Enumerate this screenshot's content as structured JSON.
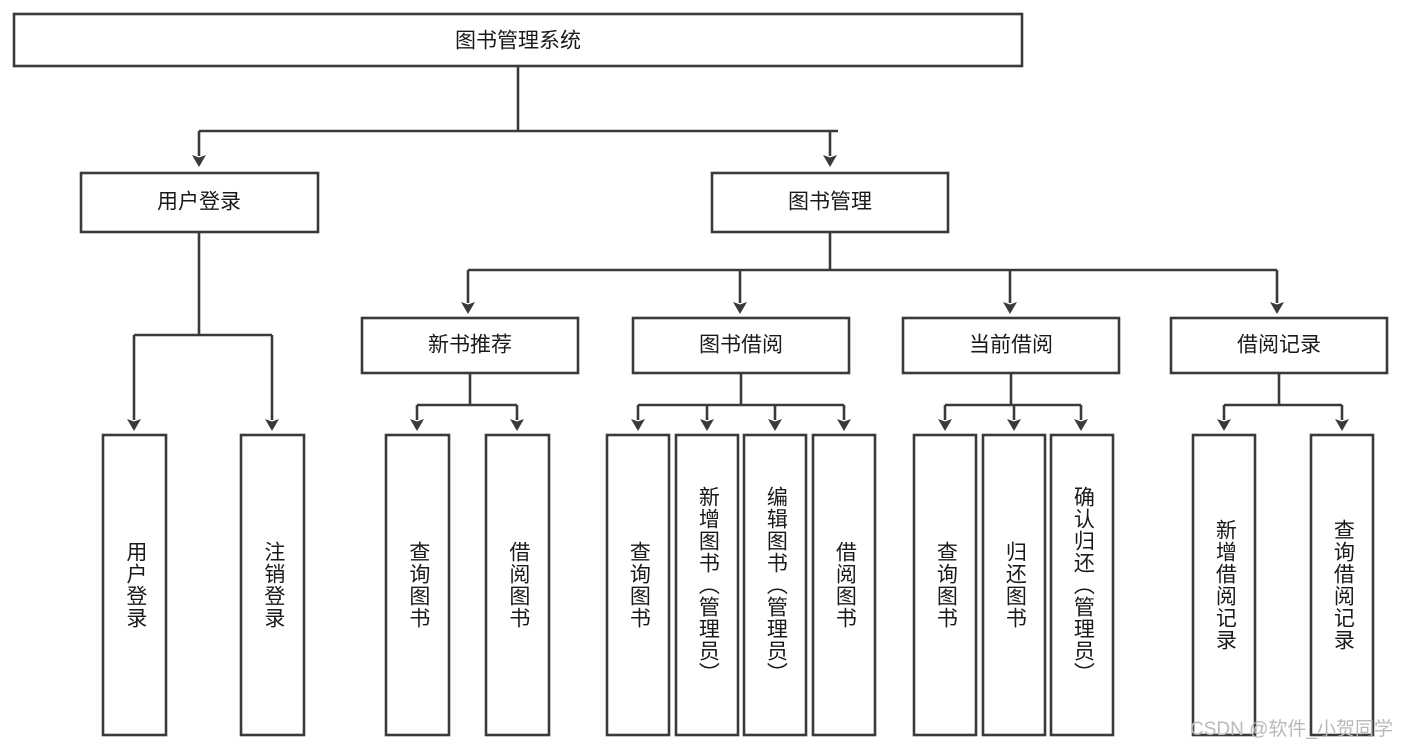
{
  "diagram": {
    "type": "tree",
    "title": "图书管理系统",
    "root": {
      "id": "root",
      "label": "图书管理系统",
      "level": 0
    },
    "level1": [
      {
        "id": "user-login",
        "label": "用户登录"
      },
      {
        "id": "book-manage",
        "label": "图书管理"
      }
    ],
    "level2": [
      {
        "id": "new-book-recommend",
        "label": "新书推荐",
        "parent": "book-manage"
      },
      {
        "id": "book-borrow",
        "label": "图书借阅",
        "parent": "book-manage"
      },
      {
        "id": "current-borrow",
        "label": "当前借阅",
        "parent": "book-manage"
      },
      {
        "id": "borrow-record",
        "label": "借阅记录",
        "parent": "book-manage"
      }
    ],
    "leaves": {
      "user-login": [
        {
          "id": "leaf-user-login",
          "label": "用户登录"
        },
        {
          "id": "leaf-user-logout",
          "label": "注销登录"
        }
      ],
      "new-book-recommend": [
        {
          "id": "leaf-query-book-1",
          "label": "查询图书"
        },
        {
          "id": "leaf-borrow-book-1",
          "label": "借阅图书"
        }
      ],
      "book-borrow": [
        {
          "id": "leaf-query-book-2",
          "label": "查询图书"
        },
        {
          "id": "leaf-add-book",
          "label": "新增图书（管理员）"
        },
        {
          "id": "leaf-edit-book",
          "label": "编辑图书（管理员）"
        },
        {
          "id": "leaf-borrow-book-2",
          "label": "借阅图书"
        }
      ],
      "current-borrow": [
        {
          "id": "leaf-query-book-3",
          "label": "查询图书"
        },
        {
          "id": "leaf-return-book",
          "label": "归还图书"
        },
        {
          "id": "leaf-confirm-return",
          "label": "确认归还（管理员）"
        }
      ],
      "borrow-record": [
        {
          "id": "leaf-add-record",
          "label": "新增借阅记录"
        },
        {
          "id": "leaf-query-record",
          "label": "查询借阅记录"
        }
      ]
    }
  },
  "watermark": {
    "text": "CSDN @软件_小贺同学"
  },
  "colors": {
    "stroke": "#3a3a3a",
    "box_fill": "#ffffff",
    "text": "#1a1a1a",
    "watermark": "#b9b9b9",
    "background": "#ffffff"
  }
}
